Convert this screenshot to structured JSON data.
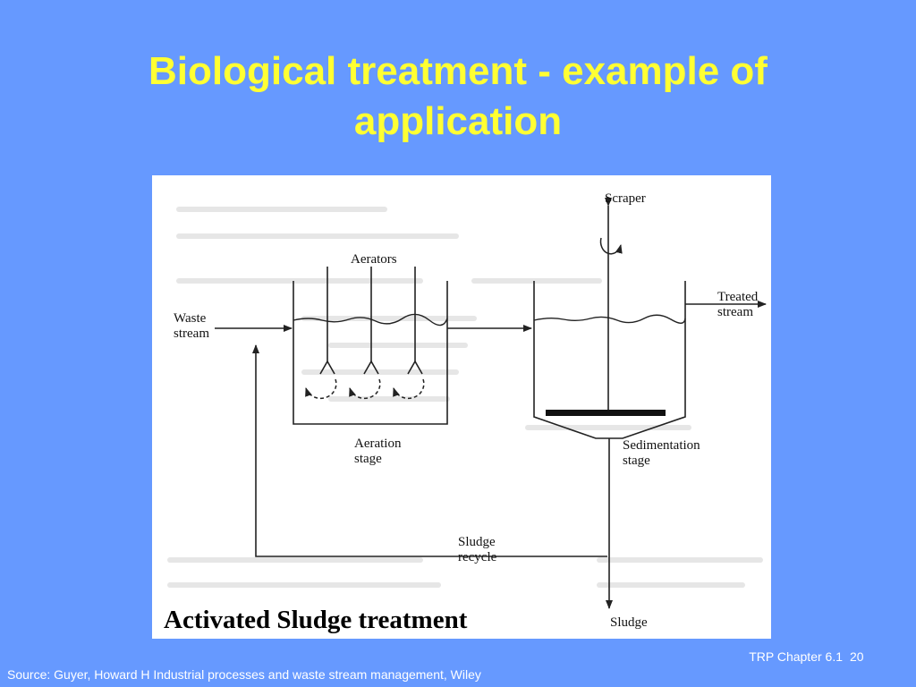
{
  "slide": {
    "title_line1": "Biological treatment - example of",
    "title_line2": "application",
    "footer_chapter": "TRP Chapter 6.1",
    "footer_page": "20",
    "source": "Source: Guyer, Howard H Industrial processes and waste stream management, Wiley"
  },
  "diagram": {
    "caption": "Activated Sludge treatment",
    "labels": {
      "waste_stream_1": "Waste",
      "waste_stream_2": "stream",
      "aerators": "Aerators",
      "aeration_stage_1": "Aeration",
      "aeration_stage_2": "stage",
      "scraper": "Scraper",
      "treated_stream_1": "Treated",
      "treated_stream_2": "stream",
      "sedimentation_stage_1": "Sedimentation",
      "sedimentation_stage_2": "stage",
      "sludge_recycle_1": "Sludge",
      "sludge_recycle_2": "recycle",
      "sludge": "Sludge"
    }
  },
  "colors": {
    "background": "#6699ff",
    "title": "#ffff33",
    "footer_text": "#ffffff"
  }
}
